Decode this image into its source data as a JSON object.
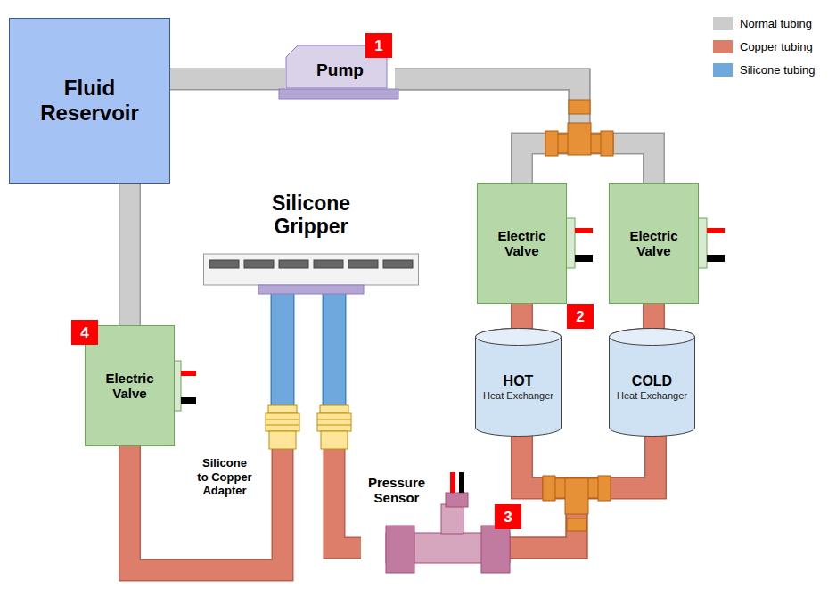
{
  "diagram": {
    "nodes": [
      {
        "text": [
          "Fluid Reservoir"
        ]
      },
      {
        "text": [
          "Pump"
        ]
      },
      {
        "text": [
          "Silicone Gripper"
        ]
      },
      {
        "text": [
          "Electric Valve"
        ]
      },
      {
        "text": [
          "Electric Valve"
        ]
      },
      {
        "text": [
          "Electric Valve"
        ]
      },
      {
        "text": [
          "HOT",
          "Heat Exchanger"
        ]
      },
      {
        "text": [
          "COLD",
          "Heat Exchanger"
        ]
      },
      {
        "text": [
          "Pressure Sensor"
        ]
      }
    ],
    "edges": [
      {
        "from": 0,
        "to": 1,
        "arrow": "none"
      },
      {
        "from": 1,
        "to": 3,
        "arrow": "none"
      },
      {
        "from": 1,
        "to": 4,
        "arrow": "none"
      },
      {
        "from": 3,
        "to": 6,
        "arrow": "none"
      },
      {
        "from": 4,
        "to": 7,
        "arrow": "none"
      },
      {
        "from": 6,
        "to": 8,
        "arrow": "none"
      },
      {
        "from": 7,
        "to": 8,
        "arrow": "none"
      },
      {
        "from": 8,
        "to": 2,
        "arrow": "none"
      },
      {
        "from": 2,
        "to": 5,
        "arrow": "none"
      },
      {
        "from": 5,
        "to": 0,
        "arrow": "none"
      }
    ],
    "labels": [
      "1",
      "2",
      "3",
      "4",
      "Silicone to Copper Adapter"
    ],
    "legend": [
      {
        "text": "Normal tubing",
        "color": "#cccccc"
      },
      {
        "text": "Copper tubing",
        "color": "#dd7e6b"
      },
      {
        "text": "Silicone tubing",
        "color": "#6fa8dc"
      }
    ]
  }
}
